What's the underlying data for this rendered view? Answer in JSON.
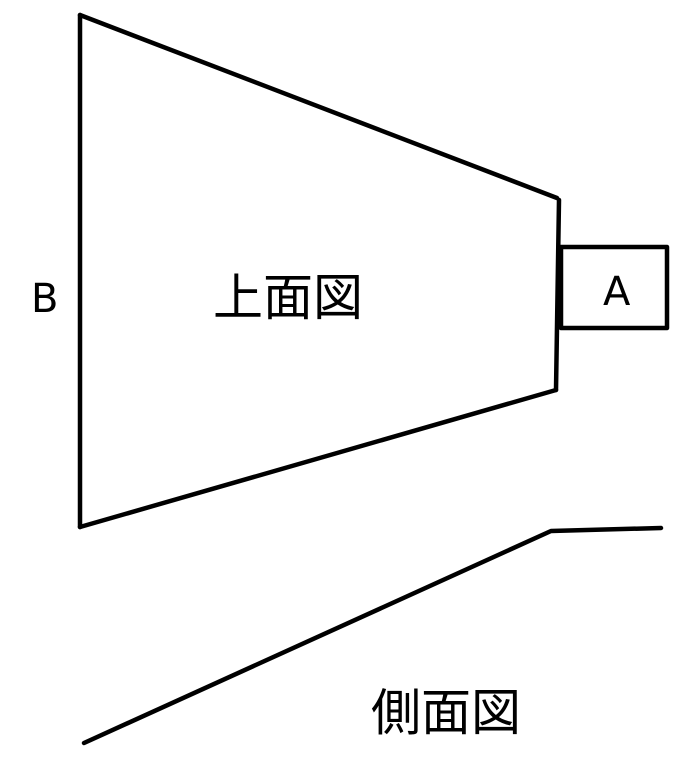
{
  "diagram": {
    "top_view_label": "上面図",
    "side_view_label": "側面図",
    "label_a": "A",
    "label_b": "B",
    "line_color": "#000000",
    "background_color": "#ffffff"
  }
}
